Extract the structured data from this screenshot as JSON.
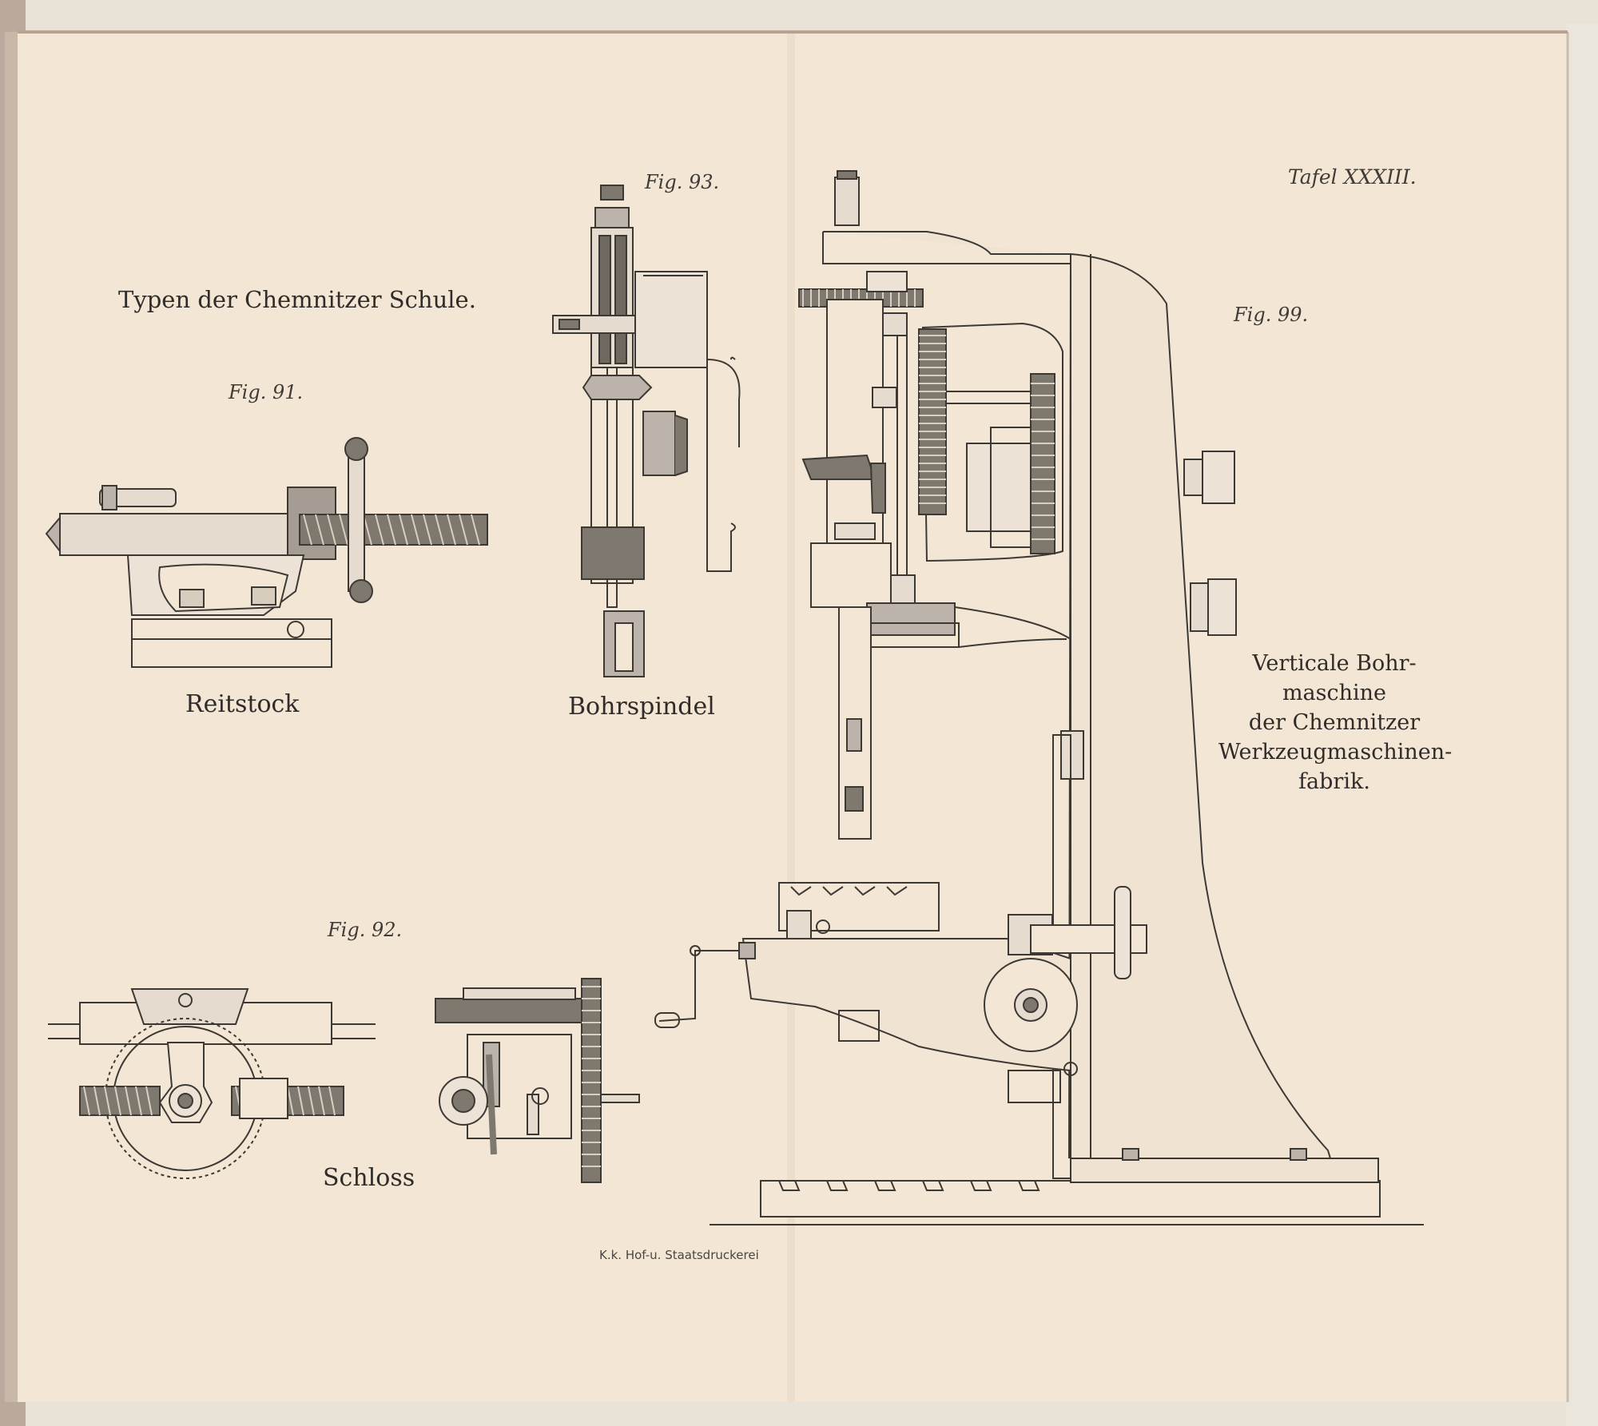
{
  "plate": {
    "title": "Typen der Chemnitzer Schule.",
    "plate_number": "Tafel XXXIII.",
    "printer": "K.k. Hof-u. Staatsdruckerei"
  },
  "figures": {
    "fig91": {
      "label": "Fig. 91.",
      "caption": "Reitstock"
    },
    "fig92": {
      "label": "Fig. 92.",
      "caption": "Schloss"
    },
    "fig93": {
      "label": "Fig. 93.",
      "caption": "Bohrspindel"
    },
    "fig99": {
      "label": "Fig. 99.",
      "caption_lines": [
        "Verticale Bohr-",
        "maschine",
        "der Chemnitzer",
        "Werkzeugmaschinen-",
        "fabrik."
      ]
    }
  },
  "colors": {
    "paper": "#f3e5d4",
    "ink": "#3a3733",
    "binding": "#b7a79a"
  }
}
